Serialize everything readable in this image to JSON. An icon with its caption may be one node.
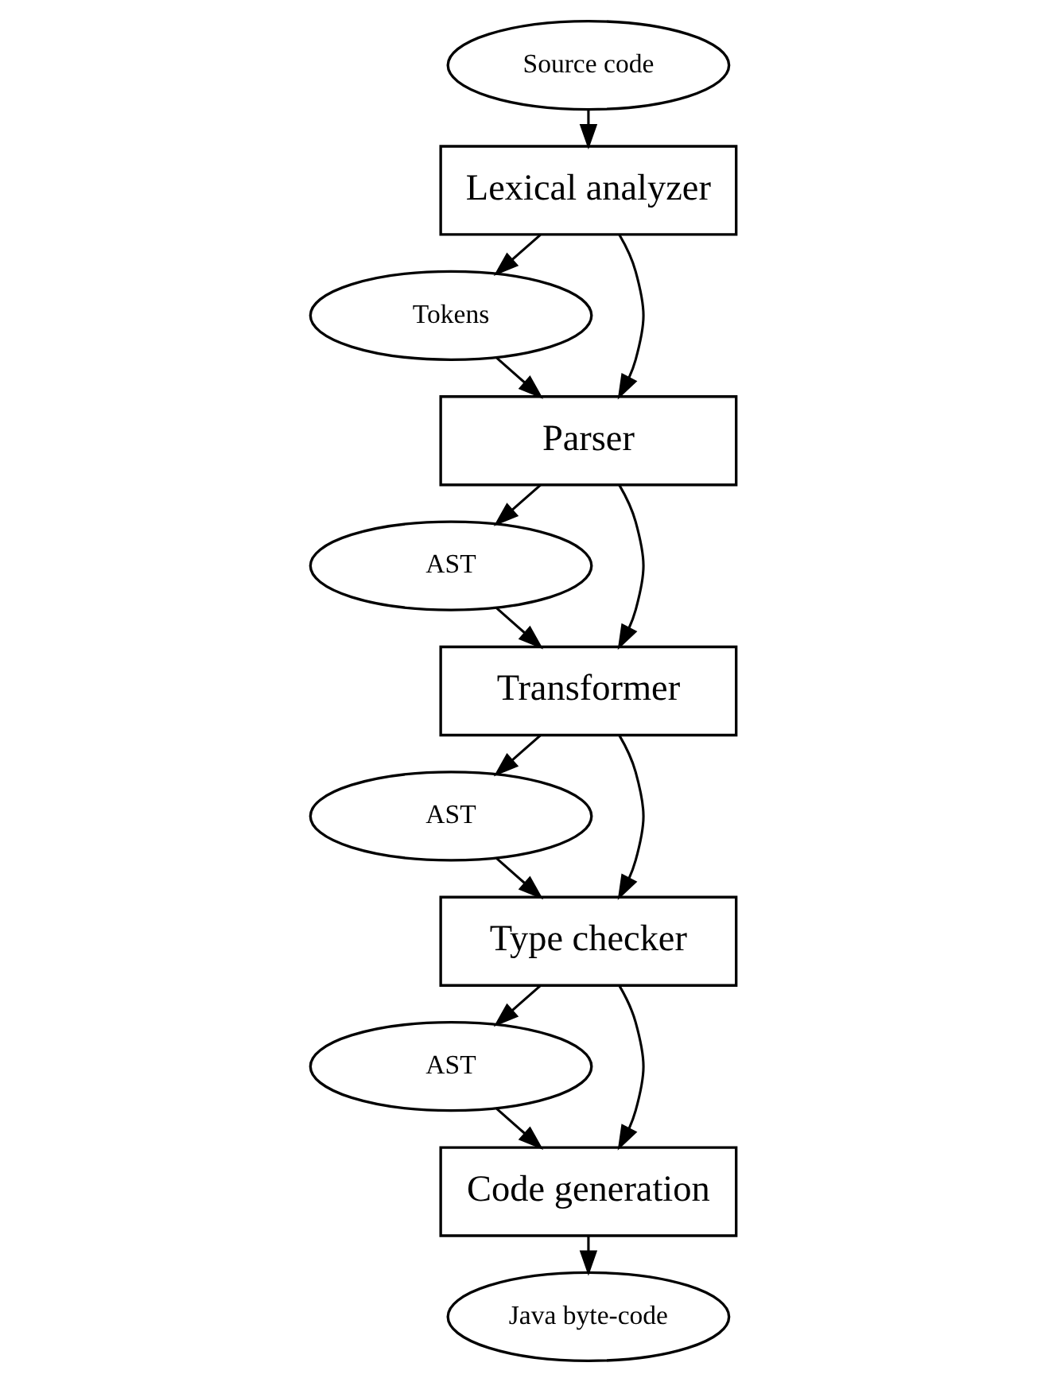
{
  "diagram": {
    "nodes": [
      {
        "text": [
          "Source code"
        ]
      },
      {
        "text": [
          "Lexical analyzer"
        ]
      },
      {
        "text": [
          "Tokens"
        ]
      },
      {
        "text": [
          "Parser"
        ]
      },
      {
        "text": [
          "AST"
        ]
      },
      {
        "text": [
          "Transformer"
        ]
      },
      {
        "text": [
          "AST"
        ]
      },
      {
        "text": [
          "Type checker"
        ]
      },
      {
        "text": [
          "AST"
        ]
      },
      {
        "text": [
          "Code generation"
        ]
      },
      {
        "text": [
          "Java byte-code"
        ]
      }
    ],
    "edges": [
      {
        "from": 0,
        "to": 1,
        "arrow": "to"
      },
      {
        "from": 1,
        "to": 3,
        "arrow": "to"
      },
      {
        "from": 1,
        "to": 2,
        "arrow": "to"
      },
      {
        "from": 2,
        "to": 3,
        "arrow": "to"
      },
      {
        "from": 3,
        "to": 5,
        "arrow": "to"
      },
      {
        "from": 3,
        "to": 4,
        "arrow": "to"
      },
      {
        "from": 4,
        "to": 5,
        "arrow": "to"
      },
      {
        "from": 5,
        "to": 7,
        "arrow": "to"
      },
      {
        "from": 5,
        "to": 6,
        "arrow": "to"
      },
      {
        "from": 6,
        "to": 7,
        "arrow": "to"
      },
      {
        "from": 7,
        "to": 9,
        "arrow": "to"
      },
      {
        "from": 7,
        "to": 8,
        "arrow": "to"
      },
      {
        "from": 8,
        "to": 9,
        "arrow": "to"
      },
      {
        "from": 9,
        "to": 10,
        "arrow": "to"
      }
    ]
  }
}
